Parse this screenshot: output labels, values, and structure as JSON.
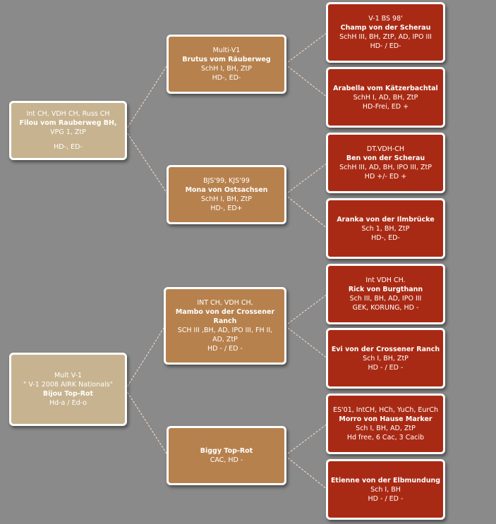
{
  "dogs": {
    "filou": [
      "Int CH, VDH CH, Russ CH",
      {
        "b": "Filou vom Rauberweg BH,"
      },
      "VPG 1, ZtP",
      "",
      "HD-, ED-"
    ],
    "brutus": [
      "Multi-V1",
      {
        "b": "Brutus vom Räuberweg"
      },
      "SchH I, BH, ZtP",
      "HD-, ED-"
    ],
    "mona": [
      "BJS'99, KJS'99",
      {
        "b": "Mona von Ostsachsen"
      },
      "SchH I, BH, ZtP",
      "HD-, ED+"
    ],
    "champ": [
      "V-1 BS 98'",
      {
        "b": "Champ von der Scherau"
      },
      "SchH III, BH, ZtP, AD,  IPO III",
      "HD- / ED-"
    ],
    "arabella": [
      {
        "b": "Arabella vom Kätzerbachtal"
      },
      "SchH I, AD, BH, ZtP",
      "HD-Frei, ED +"
    ],
    "ben": [
      "DT.VDH-CH",
      {
        "b": "Ben von der Scherau"
      },
      "SchH III, AD, BH, IPO III, ZtP",
      "HD +/- ED +"
    ],
    "aranka": [
      {
        "b": "Aranka von der Ilmbrücke"
      },
      "Sch 1, BH, ZtP",
      "HD-, ED-"
    ],
    "bijou": [
      "Mult V-1",
      "\" V-1 2008 AIRK Nationals\"",
      {
        "b": "Bijou Top-Rot"
      },
      "Hd-a / Ed-o"
    ],
    "mambo": [
      "INT CH, VDH CH,",
      {
        "b": "Mambo von der Crossener"
      },
      {
        "b": "Ranch"
      },
      "SCH III ,BH, AD, IPO III, FH II,",
      "AD, ZtP",
      "HD - / ED -"
    ],
    "biggy": [
      {
        "b": "Biggy  Top-Rot"
      },
      "CAC, HD -"
    ],
    "rick": [
      "Int VDH CH.",
      {
        "b": "Rick von Burgthann"
      },
      "Sch III, BH, AD,  IPO III",
      "GEK, KORUNG,  HD -"
    ],
    "evi": [
      {
        "b": "Evi von der Crossener Ranch"
      },
      "Sch I, BH, ZtP",
      "HD - / ED -"
    ],
    "morro": [
      "ES'01, IntCH, HCh, YuCh, EurCh",
      {
        "b": "Morro von Hause Marker"
      },
      "Sch I, BH, AD,  ZtP",
      "Hd free,  6 Cac, 3 Cacib"
    ],
    "etienne": [
      {
        "b": "Etienne von der Elbmundung"
      },
      "Sch I, BH",
      "HD - / ED -"
    ]
  },
  "colors": {
    "background": "#8a8a8a",
    "generation1": "#c7b38f",
    "generation2": "#b7814d",
    "generation3": "#a92a14",
    "border": "#ffffff",
    "connector": "#f0d2c0"
  }
}
